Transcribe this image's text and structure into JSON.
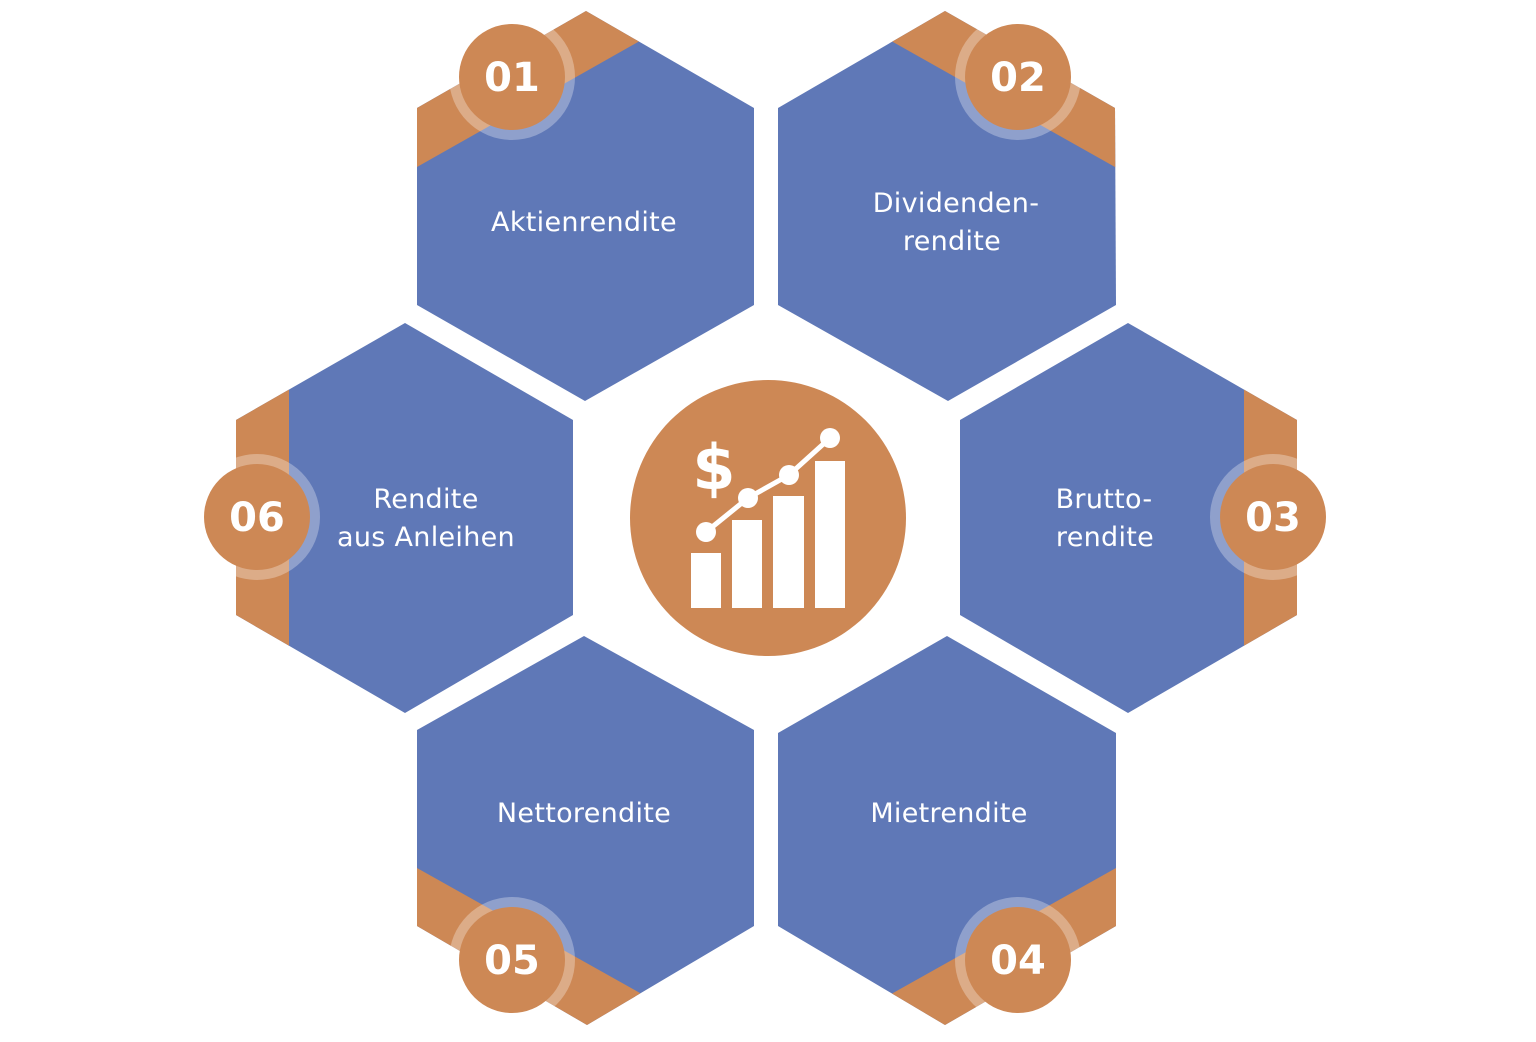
{
  "colors": {
    "hex_fill": "#5F78B7",
    "accent": "#CD8855",
    "background": "#FFFFFF",
    "text": "#FFFFFF"
  },
  "center": {
    "icon": "dollar-growth-chart-icon",
    "symbol": "$"
  },
  "items": [
    {
      "number": "01",
      "label_lines": [
        "Aktienrendite"
      ]
    },
    {
      "number": "02",
      "label_lines": [
        "Dividenden-",
        "rendite"
      ]
    },
    {
      "number": "03",
      "label_lines": [
        "Brutto-",
        "rendite"
      ]
    },
    {
      "number": "04",
      "label_lines": [
        "Mietrendite"
      ]
    },
    {
      "number": "05",
      "label_lines": [
        "Nettorendite"
      ]
    },
    {
      "number": "06",
      "label_lines": [
        "Rendite",
        "aus Anleihen"
      ]
    }
  ]
}
